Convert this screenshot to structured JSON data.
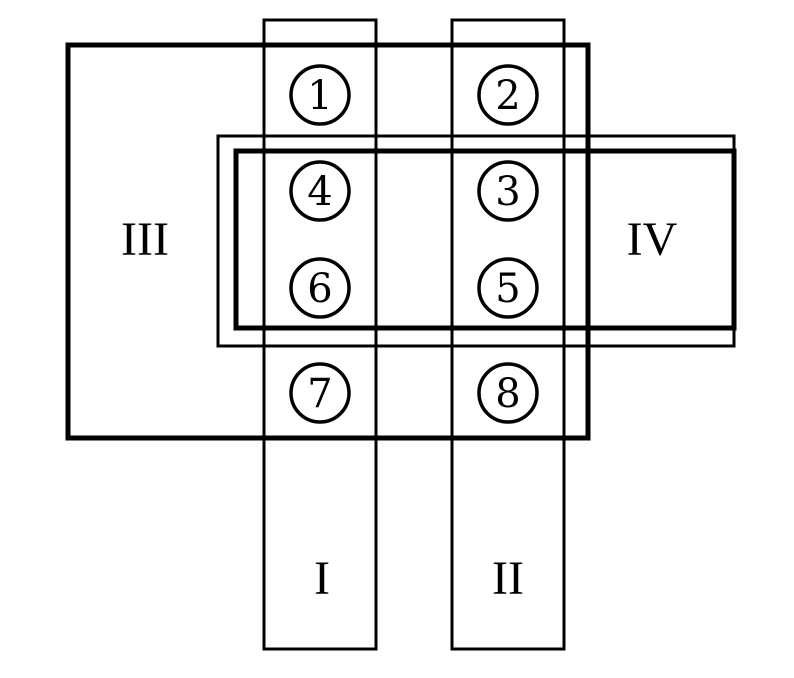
{
  "regions": {
    "I": {
      "label": "I"
    },
    "II": {
      "label": "II"
    },
    "III": {
      "label": "III"
    },
    "IV": {
      "label": "IV"
    }
  },
  "cells": [
    {
      "id": "1",
      "label": "1"
    },
    {
      "id": "2",
      "label": "2"
    },
    {
      "id": "3",
      "label": "3"
    },
    {
      "id": "4",
      "label": "4"
    },
    {
      "id": "5",
      "label": "5"
    },
    {
      "id": "6",
      "label": "6"
    },
    {
      "id": "7",
      "label": "7"
    },
    {
      "id": "8",
      "label": "8"
    }
  ],
  "colors": {
    "stroke": "#000000",
    "background": "#ffffff"
  }
}
